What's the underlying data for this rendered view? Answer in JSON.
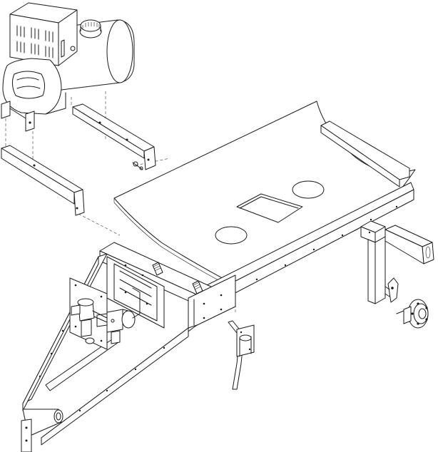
{
  "drawing": {
    "background": "#ffffff",
    "line_color": "#1a1a1a",
    "parts": [
      "generator",
      "mounting-bracket",
      "deck-plate",
      "trailer-frame",
      "jack-stand",
      "wheel-hub",
      "hitch-coupler",
      "valve-assembly",
      "bracket-arm"
    ]
  }
}
